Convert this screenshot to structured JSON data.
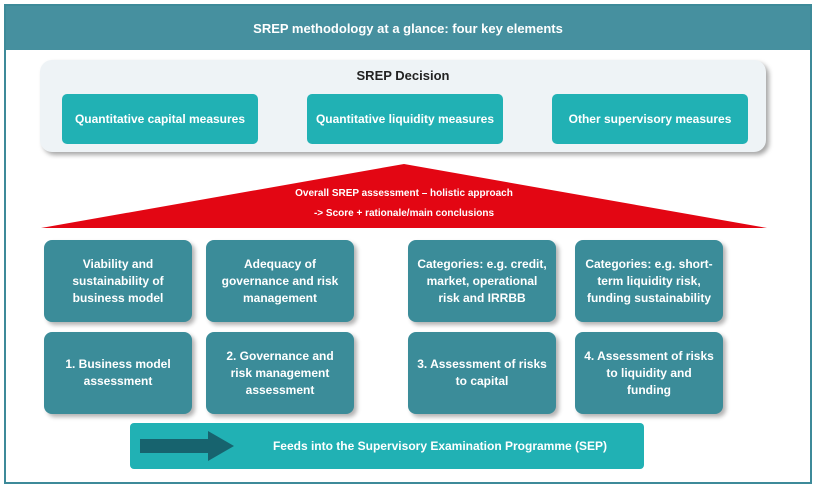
{
  "header": {
    "title": "SREP methodology at a glance: four key elements"
  },
  "decision": {
    "title": "SREP Decision",
    "measures": [
      "Quantitative capital measures",
      "Quantitative liquidity measures",
      "Other supervisory measures"
    ]
  },
  "assessment": {
    "line1": "Overall SREP assessment – holistic approach",
    "line2": "-> Score + rationale/main conclusions",
    "color": "#e30613"
  },
  "elements": [
    {
      "detail": "Viability and sustainability of business model",
      "label": "1. Business model assessment"
    },
    {
      "detail": "Adequacy of governance and risk management",
      "label": "2. Governance and risk management assessment"
    },
    {
      "detail": "Categories: e.g. credit, market, operational risk and IRRBB",
      "label": "3. Assessment of risks to capital"
    },
    {
      "detail": "Categories: e.g. short-term liquidity risk, funding sustainability",
      "label": "4. Assessment of risks to liquidity and funding"
    }
  ],
  "footer": {
    "text": "Feeds into the Supervisory Examination Programme (SEP)",
    "icon": "right-arrow-icon"
  },
  "colors": {
    "header": "#46909f",
    "teal": "#21b1b4",
    "element_box": "#3b8c99",
    "arrow": "#17636e"
  }
}
